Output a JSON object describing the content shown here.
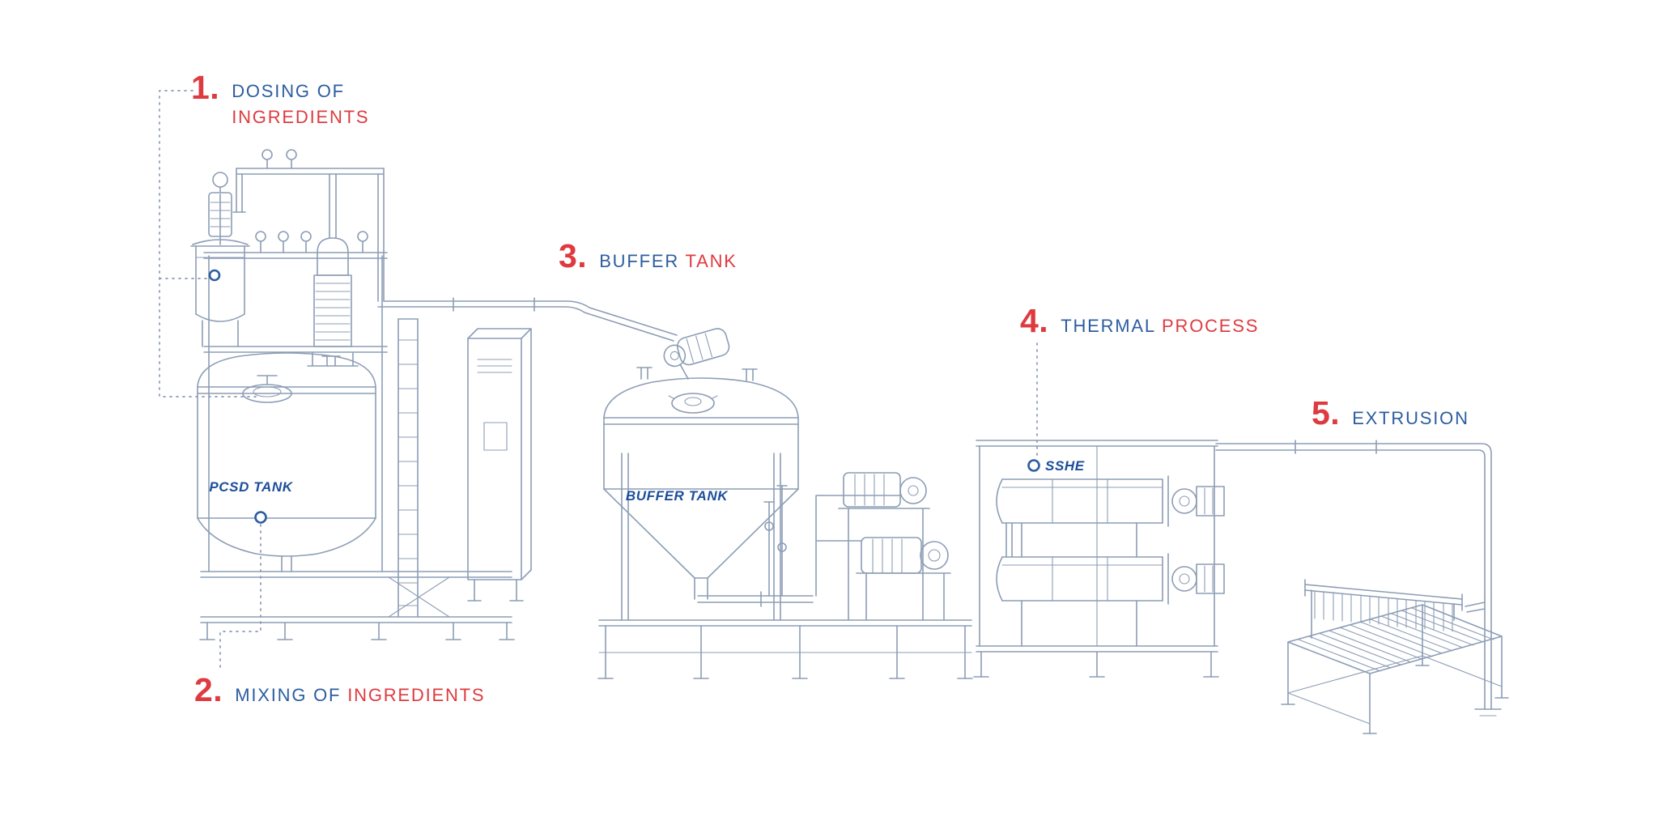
{
  "palette": {
    "step_number_red": "#de3b40",
    "label_red": "#de3b40",
    "label_blue": "#2c5da0",
    "equipment_navy": "#1d4e9b",
    "line_art": "#8c9db5",
    "background": "#ffffff"
  },
  "steps": [
    {
      "number": "1.",
      "layout": "two-line",
      "segments": [
        {
          "text": "DOSING OF",
          "color": "blue"
        },
        {
          "text": "INGREDIENTS",
          "color": "red"
        }
      ]
    },
    {
      "number": "2.",
      "layout": "one-line",
      "segments": [
        {
          "text": "MIXING OF",
          "color": "blue"
        },
        {
          "text": "INGREDIENTS",
          "color": "red"
        }
      ]
    },
    {
      "number": "3.",
      "layout": "one-line",
      "segments": [
        {
          "text": "BUFFER",
          "color": "blue"
        },
        {
          "text": "TANK",
          "color": "red"
        }
      ]
    },
    {
      "number": "4.",
      "layout": "one-line",
      "segments": [
        {
          "text": "THERMAL",
          "color": "blue"
        },
        {
          "text": "PROCESS",
          "color": "red"
        }
      ]
    },
    {
      "number": "5.",
      "layout": "one-line",
      "segments": [
        {
          "text": "EXTRUSION",
          "color": "blue"
        }
      ]
    }
  ],
  "equipment": {
    "pcsd_tank": "PCSD TANK",
    "buffer_tank": "BUFFER TANK",
    "sshe": "SSHE"
  }
}
